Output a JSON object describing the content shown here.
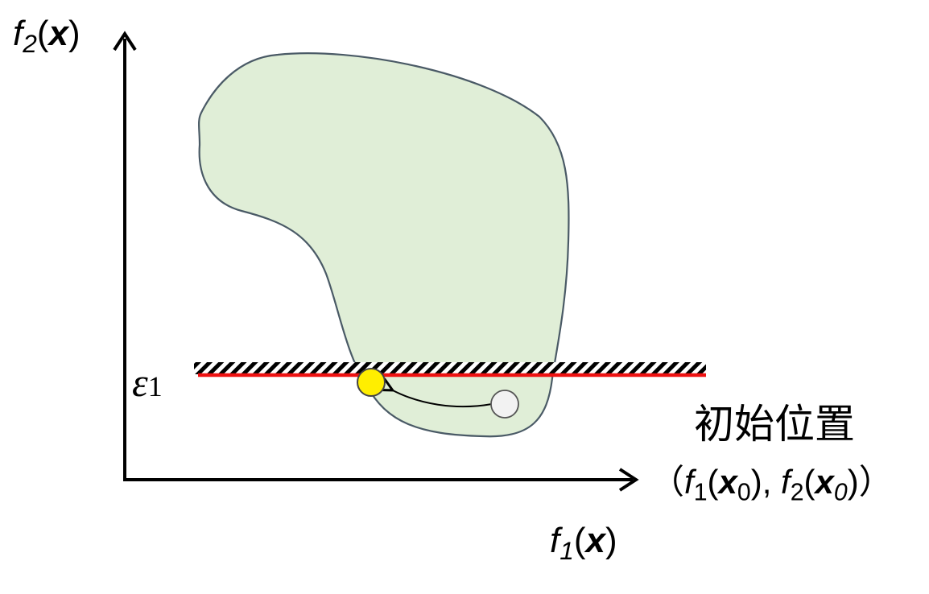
{
  "axes": {
    "y": {
      "func": "f",
      "index": "2",
      "open": "(",
      "var": "x",
      "close": ")"
    },
    "x": {
      "func": "f",
      "index": "1",
      "open": "(",
      "var": "x",
      "close": ")"
    }
  },
  "epsilon": {
    "symbol": "ε",
    "index": "1"
  },
  "initial": {
    "title": "初始位置",
    "open": "（",
    "f1": "f",
    "f1_index": "1",
    "p1o": "(",
    "x1": "x",
    "x1_index": "0",
    "p1c": "),",
    "f2": "f",
    "f2_index": "2",
    "p2o": "(",
    "x2": "x",
    "x2_index": "0",
    "p2c": ")",
    "close": "）"
  },
  "colors": {
    "region_fill": "#e0eed7",
    "region_stroke": "#4a5a66",
    "constraint_line": "#ee1111",
    "optimum_point": "#ffee00",
    "start_point": "#f2f2f2"
  }
}
